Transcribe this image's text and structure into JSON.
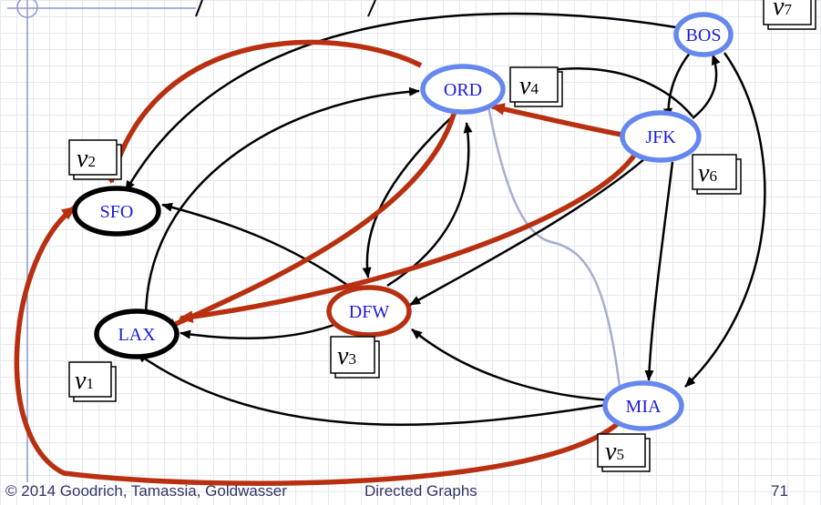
{
  "nodes": {
    "bos": "BOS",
    "ord": "ORD",
    "jfk": "JFK",
    "sfo": "SFO",
    "dfw": "DFW",
    "lax": "LAX",
    "mia": "MIA"
  },
  "order_labels": {
    "v7": {
      "letter": "v",
      "index": "7"
    },
    "v4": {
      "letter": "v",
      "index": "4"
    },
    "v2": {
      "letter": "v",
      "index": "2"
    },
    "v6": {
      "letter": "v",
      "index": "6"
    },
    "v3": {
      "letter": "v",
      "index": "3"
    },
    "v1": {
      "letter": "v",
      "index": "1"
    },
    "v5": {
      "letter": "v",
      "index": "5"
    }
  },
  "footer": {
    "copyright": "© 2014 Goodrich, Tamassia, Goldwasser",
    "title": "Directed Graphs",
    "page": "71"
  },
  "colors": {
    "tree_edge": "#b83010",
    "black_edge": "#000000",
    "light_edge": "#a8acd4",
    "visited_node": "#000000",
    "discovered_node": "#6688ee",
    "current_node": "#b83010",
    "node_text": "#1a1adf",
    "footer_text": "#333366"
  }
}
